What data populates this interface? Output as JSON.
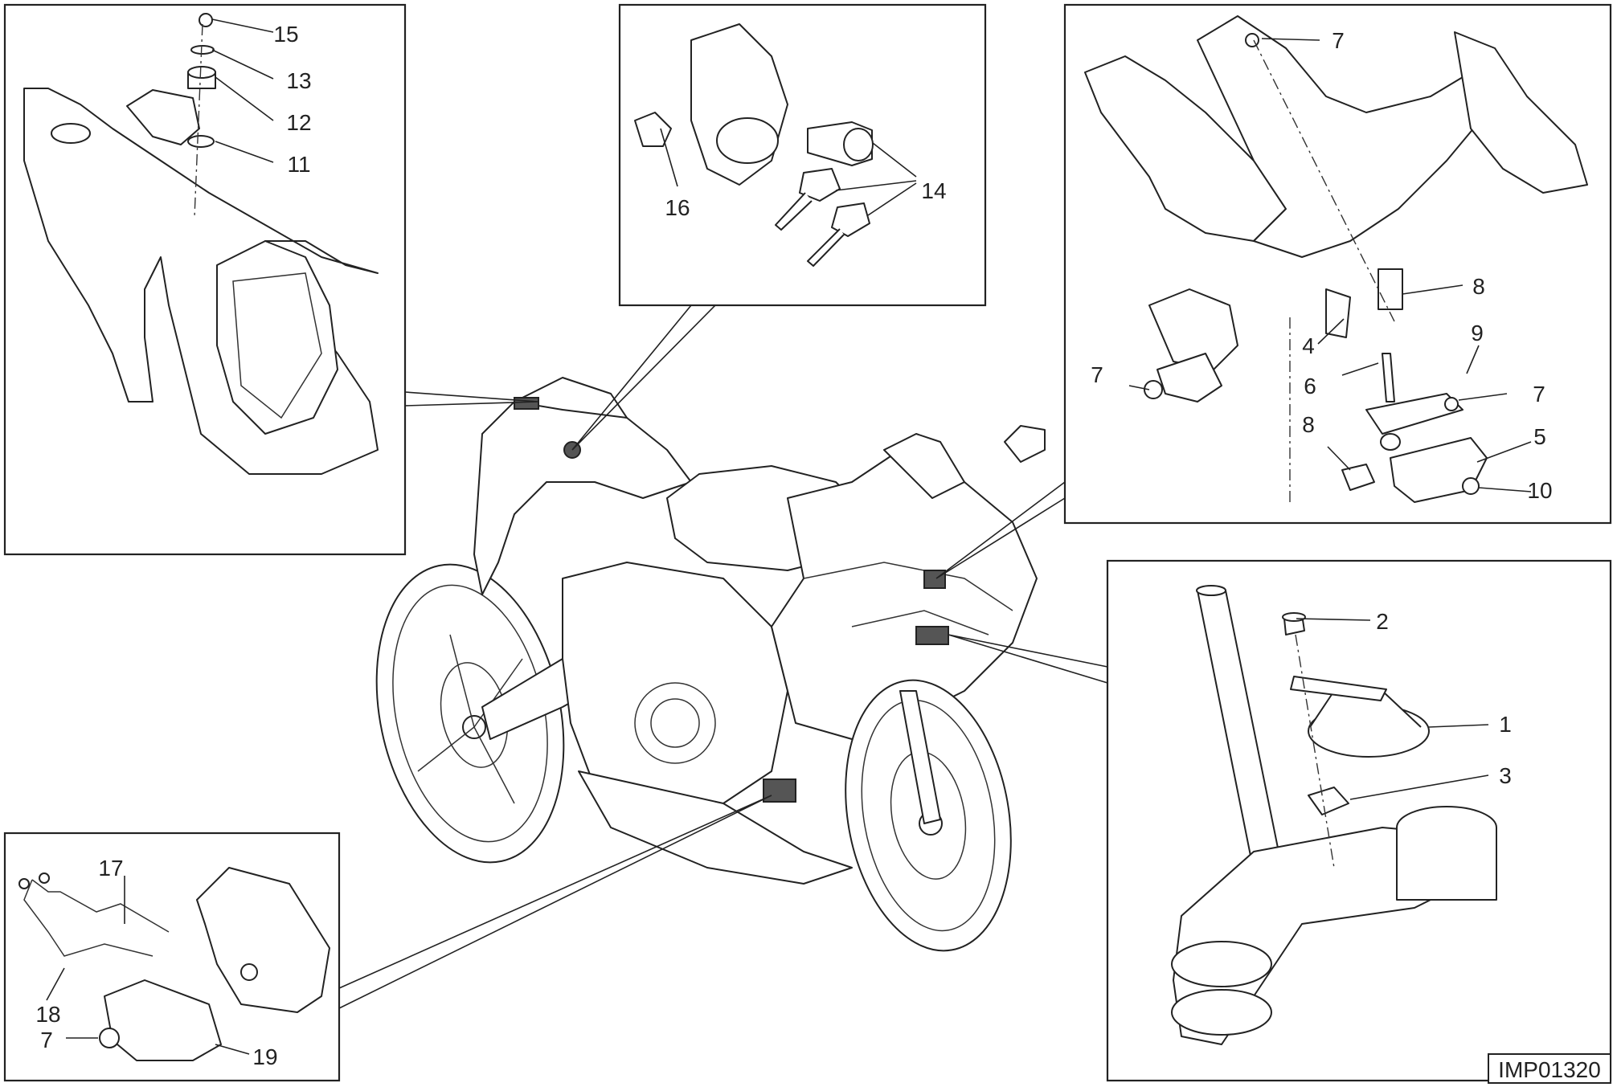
{
  "callouts": [
    {
      "id": "c15",
      "text": "15"
    },
    {
      "id": "c13",
      "text": "13"
    },
    {
      "id": "c12",
      "text": "12"
    },
    {
      "id": "c11",
      "text": "11"
    },
    {
      "id": "c16",
      "text": "16"
    },
    {
      "id": "c14",
      "text": "14"
    },
    {
      "id": "c7a",
      "text": "7"
    },
    {
      "id": "c8a",
      "text": "8"
    },
    {
      "id": "c4",
      "text": "4"
    },
    {
      "id": "c9",
      "text": "9"
    },
    {
      "id": "c7b",
      "text": "7"
    },
    {
      "id": "c6",
      "text": "6"
    },
    {
      "id": "c7c",
      "text": "7"
    },
    {
      "id": "c8b",
      "text": "8"
    },
    {
      "id": "c5",
      "text": "5"
    },
    {
      "id": "c10",
      "text": "10"
    },
    {
      "id": "c2",
      "text": "2"
    },
    {
      "id": "c1",
      "text": "1"
    },
    {
      "id": "c3",
      "text": "3"
    },
    {
      "id": "c17",
      "text": "17"
    },
    {
      "id": "c18",
      "text": "18"
    },
    {
      "id": "c7d",
      "text": "7"
    },
    {
      "id": "c19",
      "text": "19"
    }
  ],
  "drawing_code": "IMP01320"
}
